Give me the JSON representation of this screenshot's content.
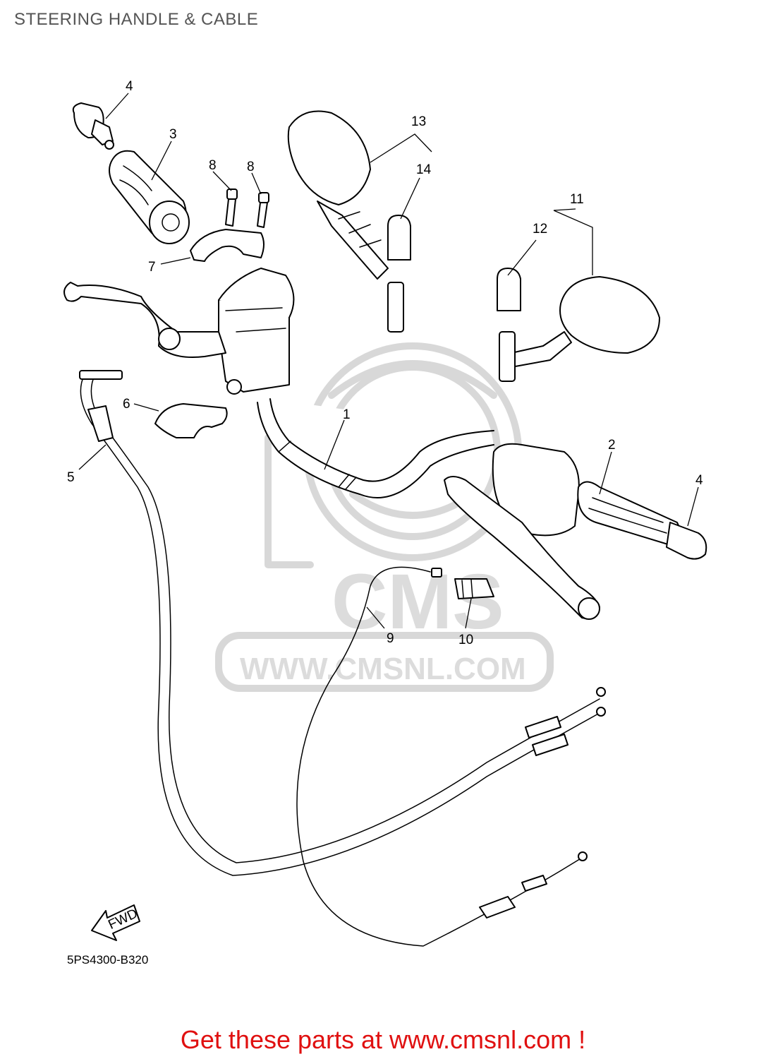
{
  "header": {
    "title": "STEERING HANDLE & CABLE"
  },
  "diagram": {
    "code": "5PS4300-B320",
    "direction_label": "FWD",
    "watermark": {
      "logo_text": "CMS",
      "url": "WWW.CMSNL.COM"
    },
    "callouts": [
      {
        "id": "c1",
        "label": "1"
      },
      {
        "id": "c2",
        "label": "2"
      },
      {
        "id": "c3",
        "label": "3"
      },
      {
        "id": "c4a",
        "label": "4"
      },
      {
        "id": "c4b",
        "label": "4"
      },
      {
        "id": "c5",
        "label": "5"
      },
      {
        "id": "c6",
        "label": "6"
      },
      {
        "id": "c7",
        "label": "7"
      },
      {
        "id": "c8a",
        "label": "8"
      },
      {
        "id": "c8b",
        "label": "8"
      },
      {
        "id": "c9",
        "label": "9"
      },
      {
        "id": "c10",
        "label": "10"
      },
      {
        "id": "c11",
        "label": "11"
      },
      {
        "id": "c12",
        "label": "12"
      },
      {
        "id": "c13",
        "label": "13"
      },
      {
        "id": "c14",
        "label": "14"
      }
    ]
  },
  "footer": {
    "link_text": "Get these parts at www.cmsnl.com !"
  },
  "colors": {
    "footer_text": "#e01010",
    "title_text": "#555555",
    "watermark": "#d8d8d8",
    "line": "#000000"
  }
}
